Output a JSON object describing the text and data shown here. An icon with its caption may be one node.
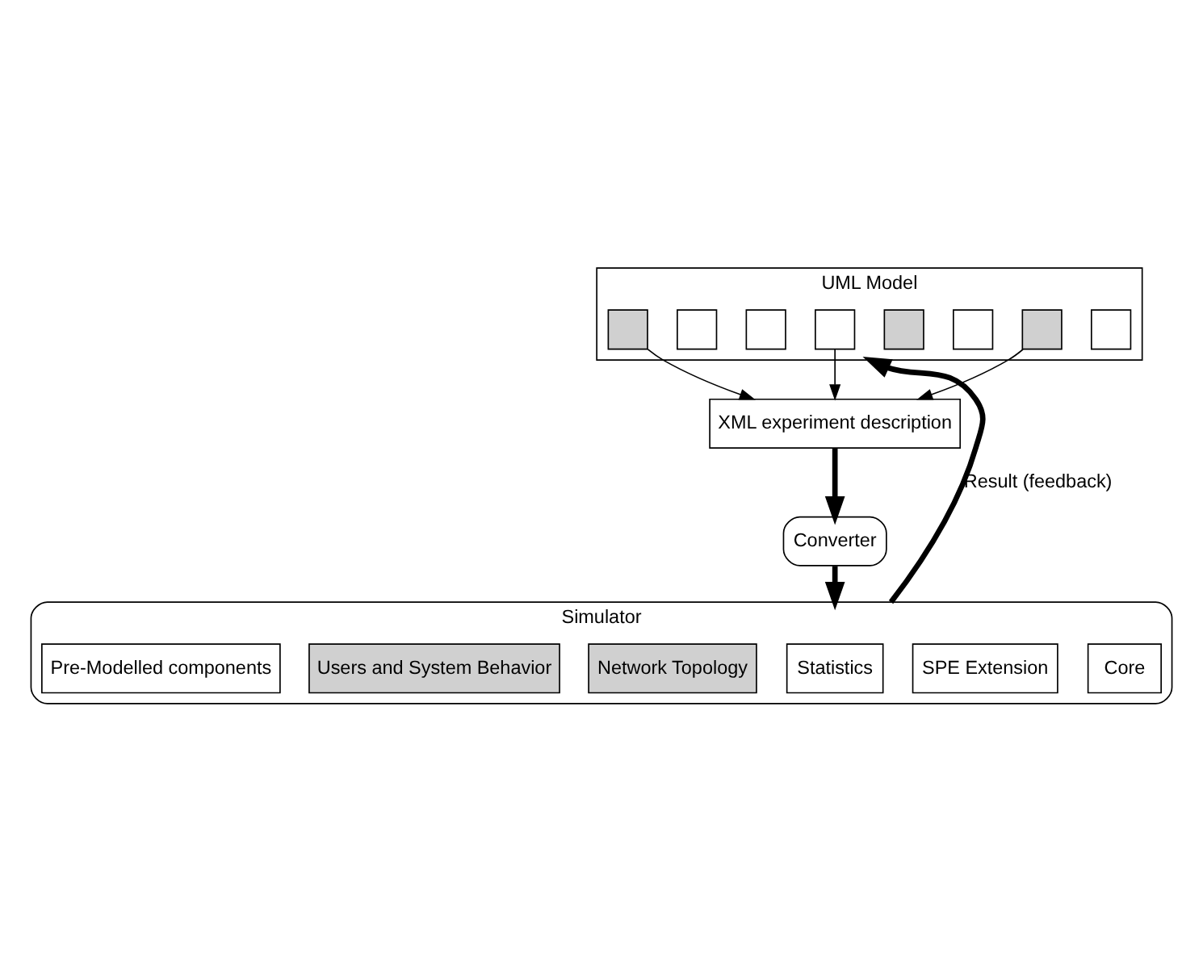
{
  "diagram": {
    "nodes": [
      {
        "text": [
          "UML Model"
        ]
      },
      {
        "text": [],
        "shape": "box",
        "in": 0
      },
      {
        "text": [],
        "shape": "box",
        "in": 0
      },
      {
        "text": [],
        "shape": "box",
        "in": 0
      },
      {
        "text": [],
        "shape": "box",
        "in": 0
      },
      {
        "text": [],
        "shape": "box",
        "in": 0
      },
      {
        "text": [],
        "shape": "box",
        "in": 0
      },
      {
        "text": [],
        "shape": "box",
        "in": 0
      },
      {
        "text": [],
        "shape": "box",
        "in": 0
      },
      {
        "text": [
          "XML experiment description"
        ]
      },
      {
        "text": [
          "Converter"
        ]
      },
      {
        "text": [
          "Simulator"
        ]
      },
      {
        "text": [
          "Core"
        ],
        "in": 11
      },
      {
        "text": [
          "SPE Extension"
        ],
        "in": 11
      },
      {
        "text": [
          "Statistics"
        ],
        "in": 11
      },
      {
        "text": [
          "Network Topology"
        ],
        "in": 11
      },
      {
        "text": [
          "Users and System Behavior"
        ],
        "in": 11
      },
      {
        "text": [
          "Pre-Modelled components"
        ],
        "in": 11
      }
    ],
    "edges": [
      {
        "from": 2,
        "to": 9,
        "arrow": "to"
      },
      {
        "from": 5,
        "to": 9,
        "arrow": "to"
      },
      {
        "from": 8,
        "to": 9,
        "arrow": "to"
      },
      {
        "from": 9,
        "to": 10,
        "arrow": "to",
        "style": "thick"
      },
      {
        "from": 10,
        "to": 11,
        "arrow": "to",
        "style": "thick"
      },
      {
        "from": 11,
        "to": 0,
        "arrow": "to",
        "style": "thick",
        "label": "Result (feedback)"
      }
    ]
  }
}
